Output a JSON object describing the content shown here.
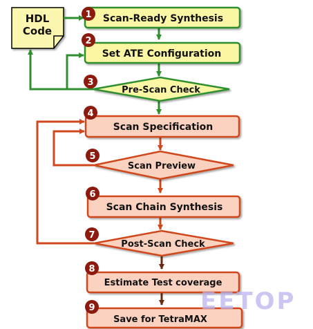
{
  "hdl_note": {
    "line1": "HDL",
    "line2": "Code"
  },
  "steps": [
    {
      "number": "1",
      "label": "Scan-Ready Synthesis"
    },
    {
      "number": "2",
      "label": "Set ATE Configuration"
    },
    {
      "number": "3",
      "label": "Pre-Scan Check"
    },
    {
      "number": "4",
      "label": "Scan Specification"
    },
    {
      "number": "5",
      "label": "Scan Preview"
    },
    {
      "number": "6",
      "label": "Scan Chain Synthesis"
    },
    {
      "number": "7",
      "label": "Post-Scan Check"
    },
    {
      "number": "8",
      "label": "Estimate Test coverage"
    },
    {
      "number": "9",
      "label": "Save for TetraMAX"
    }
  ],
  "watermark": {
    "text": "EETOP"
  },
  "colors": {
    "green_fill": "#fbf6a4",
    "green_stroke": "#2f8f2f",
    "red_fill": "#fbd2c0",
    "red_stroke": "#d0471b",
    "badge": "#8c1a0e",
    "note_fill": "#fcf7b0"
  }
}
